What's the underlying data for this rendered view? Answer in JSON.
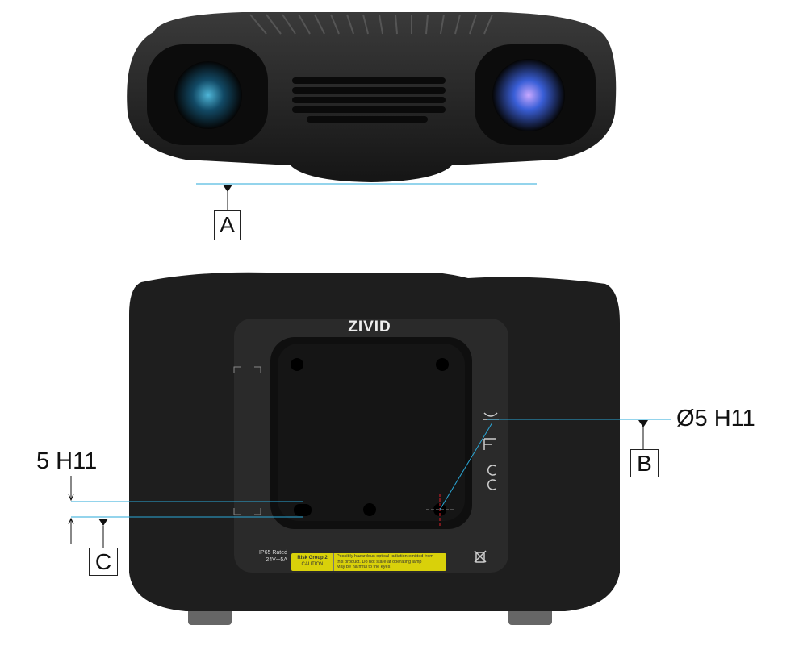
{
  "brand": "ZIVID",
  "datums": {
    "a": "A",
    "b": "B",
    "c": "C"
  },
  "dimensions": {
    "hole_b": "Ø5 H11",
    "slot_c": "5 H11"
  },
  "labels": {
    "ip_rating": "IP65 Rated",
    "power": "24V⎓5A",
    "risk_group": "Risk Group 2",
    "caution": "CAUTION",
    "warning_lines": [
      "Possibly hazardous optical radiation emitted from",
      "this product. Do not stare at operating lamp",
      "May be harmful to the eyes"
    ]
  },
  "colors": {
    "dimension_line": "#2aa8d8",
    "body": "#1e1e1e",
    "caution_label": "#d9d10a",
    "pin_mark": "#e0202a"
  }
}
